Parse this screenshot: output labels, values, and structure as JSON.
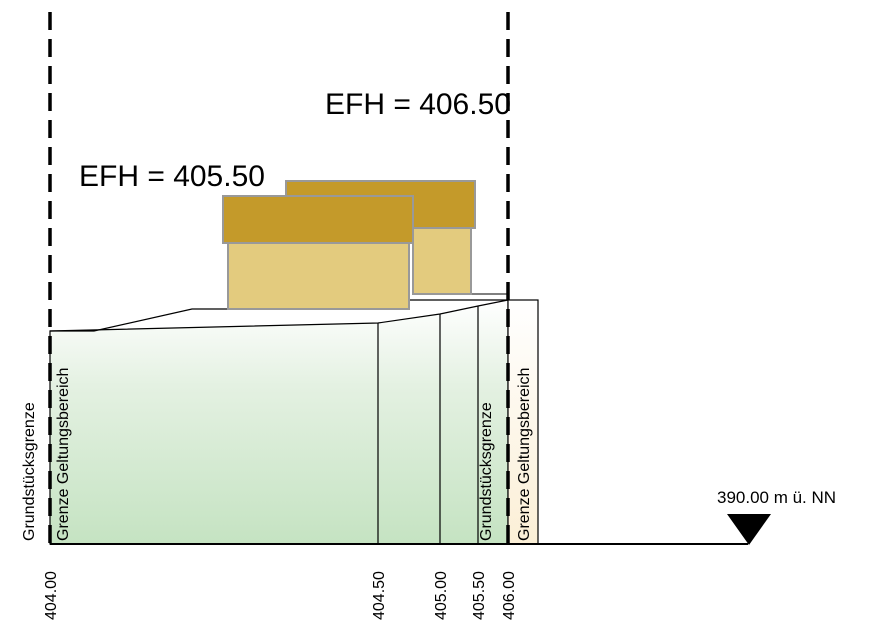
{
  "efh_labels": {
    "rear": "EFH = 406.50",
    "front": "EFH = 405.50"
  },
  "boundary_labels": {
    "left_property": "Grundstücksgrenze",
    "left_scope": "Grenze Geltungsbereich",
    "right_property": "Grundstücksgrenze",
    "right_scope": "Grenze Geltungsbereich"
  },
  "elevation_ticks": [
    "404.00",
    "404.50",
    "405.00",
    "405.50",
    "406.00"
  ],
  "reference_level": "390.00 m ü. NN",
  "colors": {
    "roof": "#c49a2a",
    "wall": "#e3cb7e",
    "terrain_green": "#c5e3c2",
    "scope_strip": "#fbefd6",
    "outline": "#999999",
    "line": "#000000"
  }
}
